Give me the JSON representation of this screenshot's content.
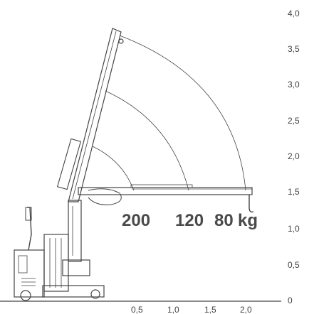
{
  "y_axis_ticks": [
    "4,0",
    "3,5",
    "3,0",
    "2,5",
    "2,0",
    "1,5",
    "1,0",
    "0,5",
    "0"
  ],
  "x_axis_ticks": [
    "0,5",
    "1,0",
    "1,5",
    "2,0"
  ],
  "capacity_labels": [
    "200",
    "120",
    "80"
  ],
  "capacity_unit": "kg",
  "colors": {
    "line": "#444444",
    "text": "#4a4a4a"
  }
}
